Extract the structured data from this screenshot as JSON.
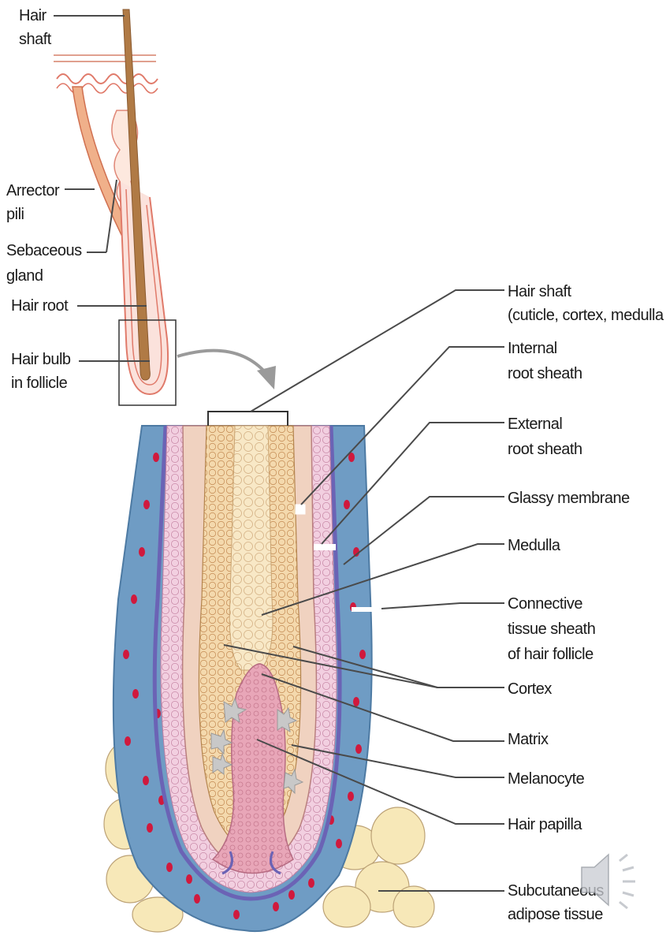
{
  "labels": {
    "hair_shaft_top": [
      "Hair",
      "shaft"
    ],
    "arrector_pili": [
      "Arrector",
      "pili"
    ],
    "sebaceous_gland": [
      "Sebaceous",
      "gland"
    ],
    "hair_root": [
      "Hair root"
    ],
    "hair_bulb": [
      "Hair bulb",
      "in follicle"
    ],
    "hair_shaft_detail": [
      "Hair shaft",
      "(cuticle, cortex, medulla"
    ],
    "internal_root_sheath": [
      "Internal",
      "root sheath"
    ],
    "external_root_sheath": [
      "External",
      "root sheath"
    ],
    "glassy_membrane": [
      "Glassy membrane"
    ],
    "medulla": [
      "Medulla"
    ],
    "connective_tissue_sheath": [
      "Connective",
      "tissue sheath",
      "of hair follicle"
    ],
    "cortex": [
      "Cortex"
    ],
    "matrix": [
      "Matrix"
    ],
    "melanocyte": [
      "Melanocyte"
    ],
    "hair_papilla": [
      "Hair papilla"
    ],
    "subcutaneous_adipose": [
      "Subcutaneous",
      "adipose tissue"
    ]
  },
  "colors": {
    "connective_blue": "#6f9cc4",
    "glassy_purple": "#6b63b5",
    "external_pink": "#efc6d8",
    "cortex_tan": "#ddb27a",
    "medulla_cream": "#f6e3bd",
    "papilla_pink": "#e7a2b4",
    "blood_red": "#d0193d",
    "adipose_yellow": "#f7e8b8",
    "hair_brown": "#b07a45",
    "skin_pink": "#f3c2b4"
  },
  "icons": {
    "speaker": "speaker-icon"
  }
}
